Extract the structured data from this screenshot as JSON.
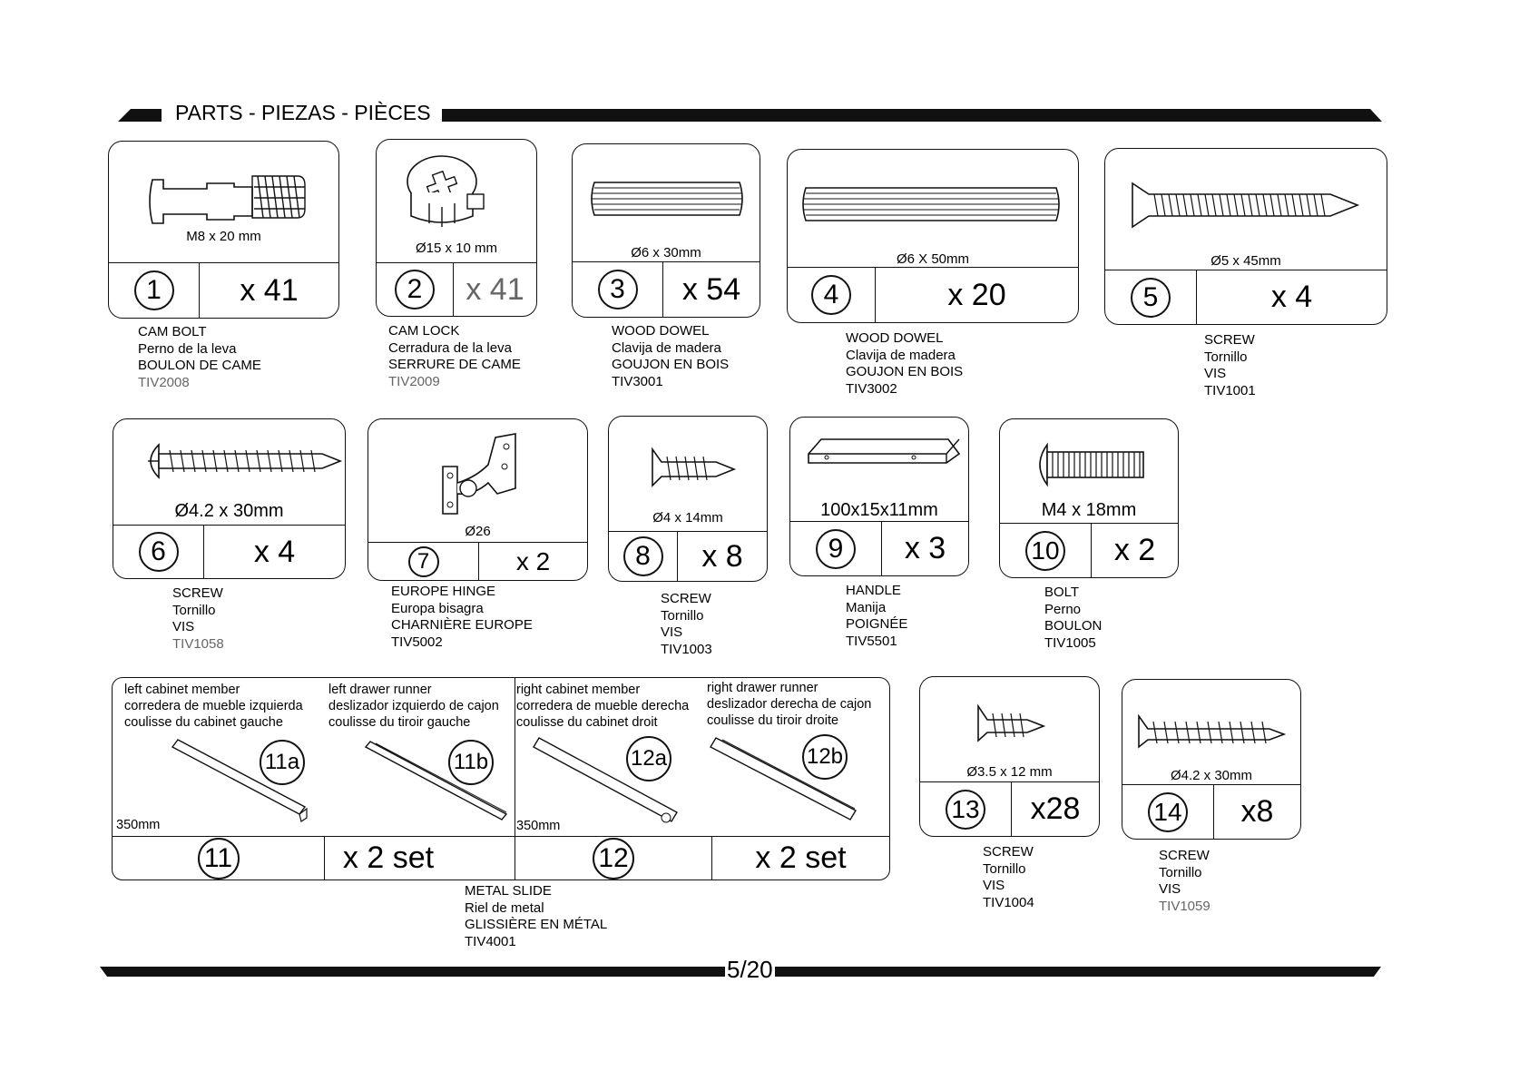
{
  "header": {
    "title": "PARTS - PIEZAS - PIÈCES"
  },
  "page_number": "5/20",
  "parts": [
    {
      "num": "1",
      "qty": "x 41",
      "size": "M8 x 20 mm",
      "en": "CAM BOLT",
      "es": "Perno de la leva",
      "fr": "BOULON DE CAME",
      "code": "TIV2008"
    },
    {
      "num": "2",
      "qty": "x 41",
      "size": "Ø15 x 10 mm",
      "en": "CAM LOCK",
      "es": "Cerradura de la leva",
      "fr": "SERRURE DE CAME",
      "code": "TIV2009"
    },
    {
      "num": "3",
      "qty": "x 54",
      "size": "Ø6 x 30mm",
      "en": "WOOD DOWEL",
      "es": "Clavija de madera",
      "fr": "GOUJON EN BOIS",
      "code": "TIV3001"
    },
    {
      "num": "4",
      "qty": "x 20",
      "size": "Ø6 X 50mm",
      "en": "WOOD DOWEL",
      "es": "Clavija de madera",
      "fr": "GOUJON EN BOIS",
      "code": "TIV3002"
    },
    {
      "num": "5",
      "qty": "x 4",
      "size": "Ø5 x 45mm",
      "en": "SCREW",
      "es": "Tornillo",
      "fr": "VIS",
      "code": "TIV1001"
    },
    {
      "num": "6",
      "qty": "x 4",
      "size": "Ø4.2 x 30mm",
      "en": "SCREW",
      "es": "Tornillo",
      "fr": "VIS",
      "code": "TIV1058"
    },
    {
      "num": "7",
      "qty": "x 2",
      "size": "Ø26",
      "en": "EUROPE HINGE",
      "es": "Europa bisagra",
      "fr": "CHARNIÈRE EUROPE",
      "code": "TIV5002"
    },
    {
      "num": "8",
      "qty": "x 8",
      "size": "Ø4 x 14mm",
      "en": "SCREW",
      "es": "Tornillo",
      "fr": "VIS",
      "code": "TIV1003"
    },
    {
      "num": "9",
      "qty": "x 3",
      "size": "100x15x11mm",
      "en": "HANDLE",
      "es": "Manija",
      "fr": "POIGNÉE",
      "code": "TIV5501"
    },
    {
      "num": "10",
      "qty": "x 2",
      "size": "M4 x 18mm",
      "en": "BOLT",
      "es": "Perno",
      "fr": "BOULON",
      "code": "TIV1005"
    },
    {
      "num": "13",
      "qty": "x28",
      "size": "Ø3.5 x 12 mm",
      "en": "SCREW",
      "es": "Tornillo",
      "fr": "VIS",
      "code": "TIV1004"
    },
    {
      "num": "14",
      "qty": "x8",
      "size": "Ø4.2 x 30mm",
      "en": "SCREW",
      "es": "Tornillo",
      "fr": "VIS",
      "code": "TIV1059"
    }
  ],
  "slide": {
    "labels": {
      "left_cabinet": [
        "left cabinet member",
        "corredera de mueble izquierda",
        "coulisse du cabinet gauche"
      ],
      "left_drawer": [
        "left drawer runner",
        "deslizador izquierdo de cajon",
        "coulisse du tiroir gauche"
      ],
      "right_cabinet": [
        "right cabinet member",
        "corredera de mueble derecha",
        "coulisse du cabinet droit"
      ],
      "right_drawer": [
        "right drawer runner",
        "deslizador derecha de cajon",
        "coulisse du tiroir droite"
      ]
    },
    "sub_ids": [
      "11a",
      "11b",
      "12a",
      "12b"
    ],
    "length": "350mm",
    "num_11": "11",
    "qty_11": "x 2 set",
    "num_12": "12",
    "qty_12": "x 2 set",
    "desc": {
      "en": "METAL SLIDE",
      "es": "Riel de metal",
      "fr": "GLISSIÈRE EN MÉTAL",
      "code": "TIV4001"
    }
  }
}
